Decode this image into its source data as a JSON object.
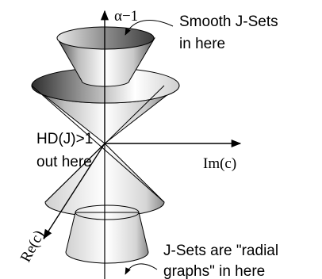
{
  "diagram": {
    "axes": {
      "vertical": "α−1",
      "horizontal": "Im(c)",
      "diagonal": "Re(c)"
    },
    "annotations": {
      "smooth_line1": "Smooth J-Sets",
      "smooth_line2": "in here",
      "hd_line1": "HD(J)>1",
      "hd_line2": "out here",
      "radial_line1": "J-Sets are \"radial",
      "radial_line2": "graphs\" in here"
    }
  }
}
